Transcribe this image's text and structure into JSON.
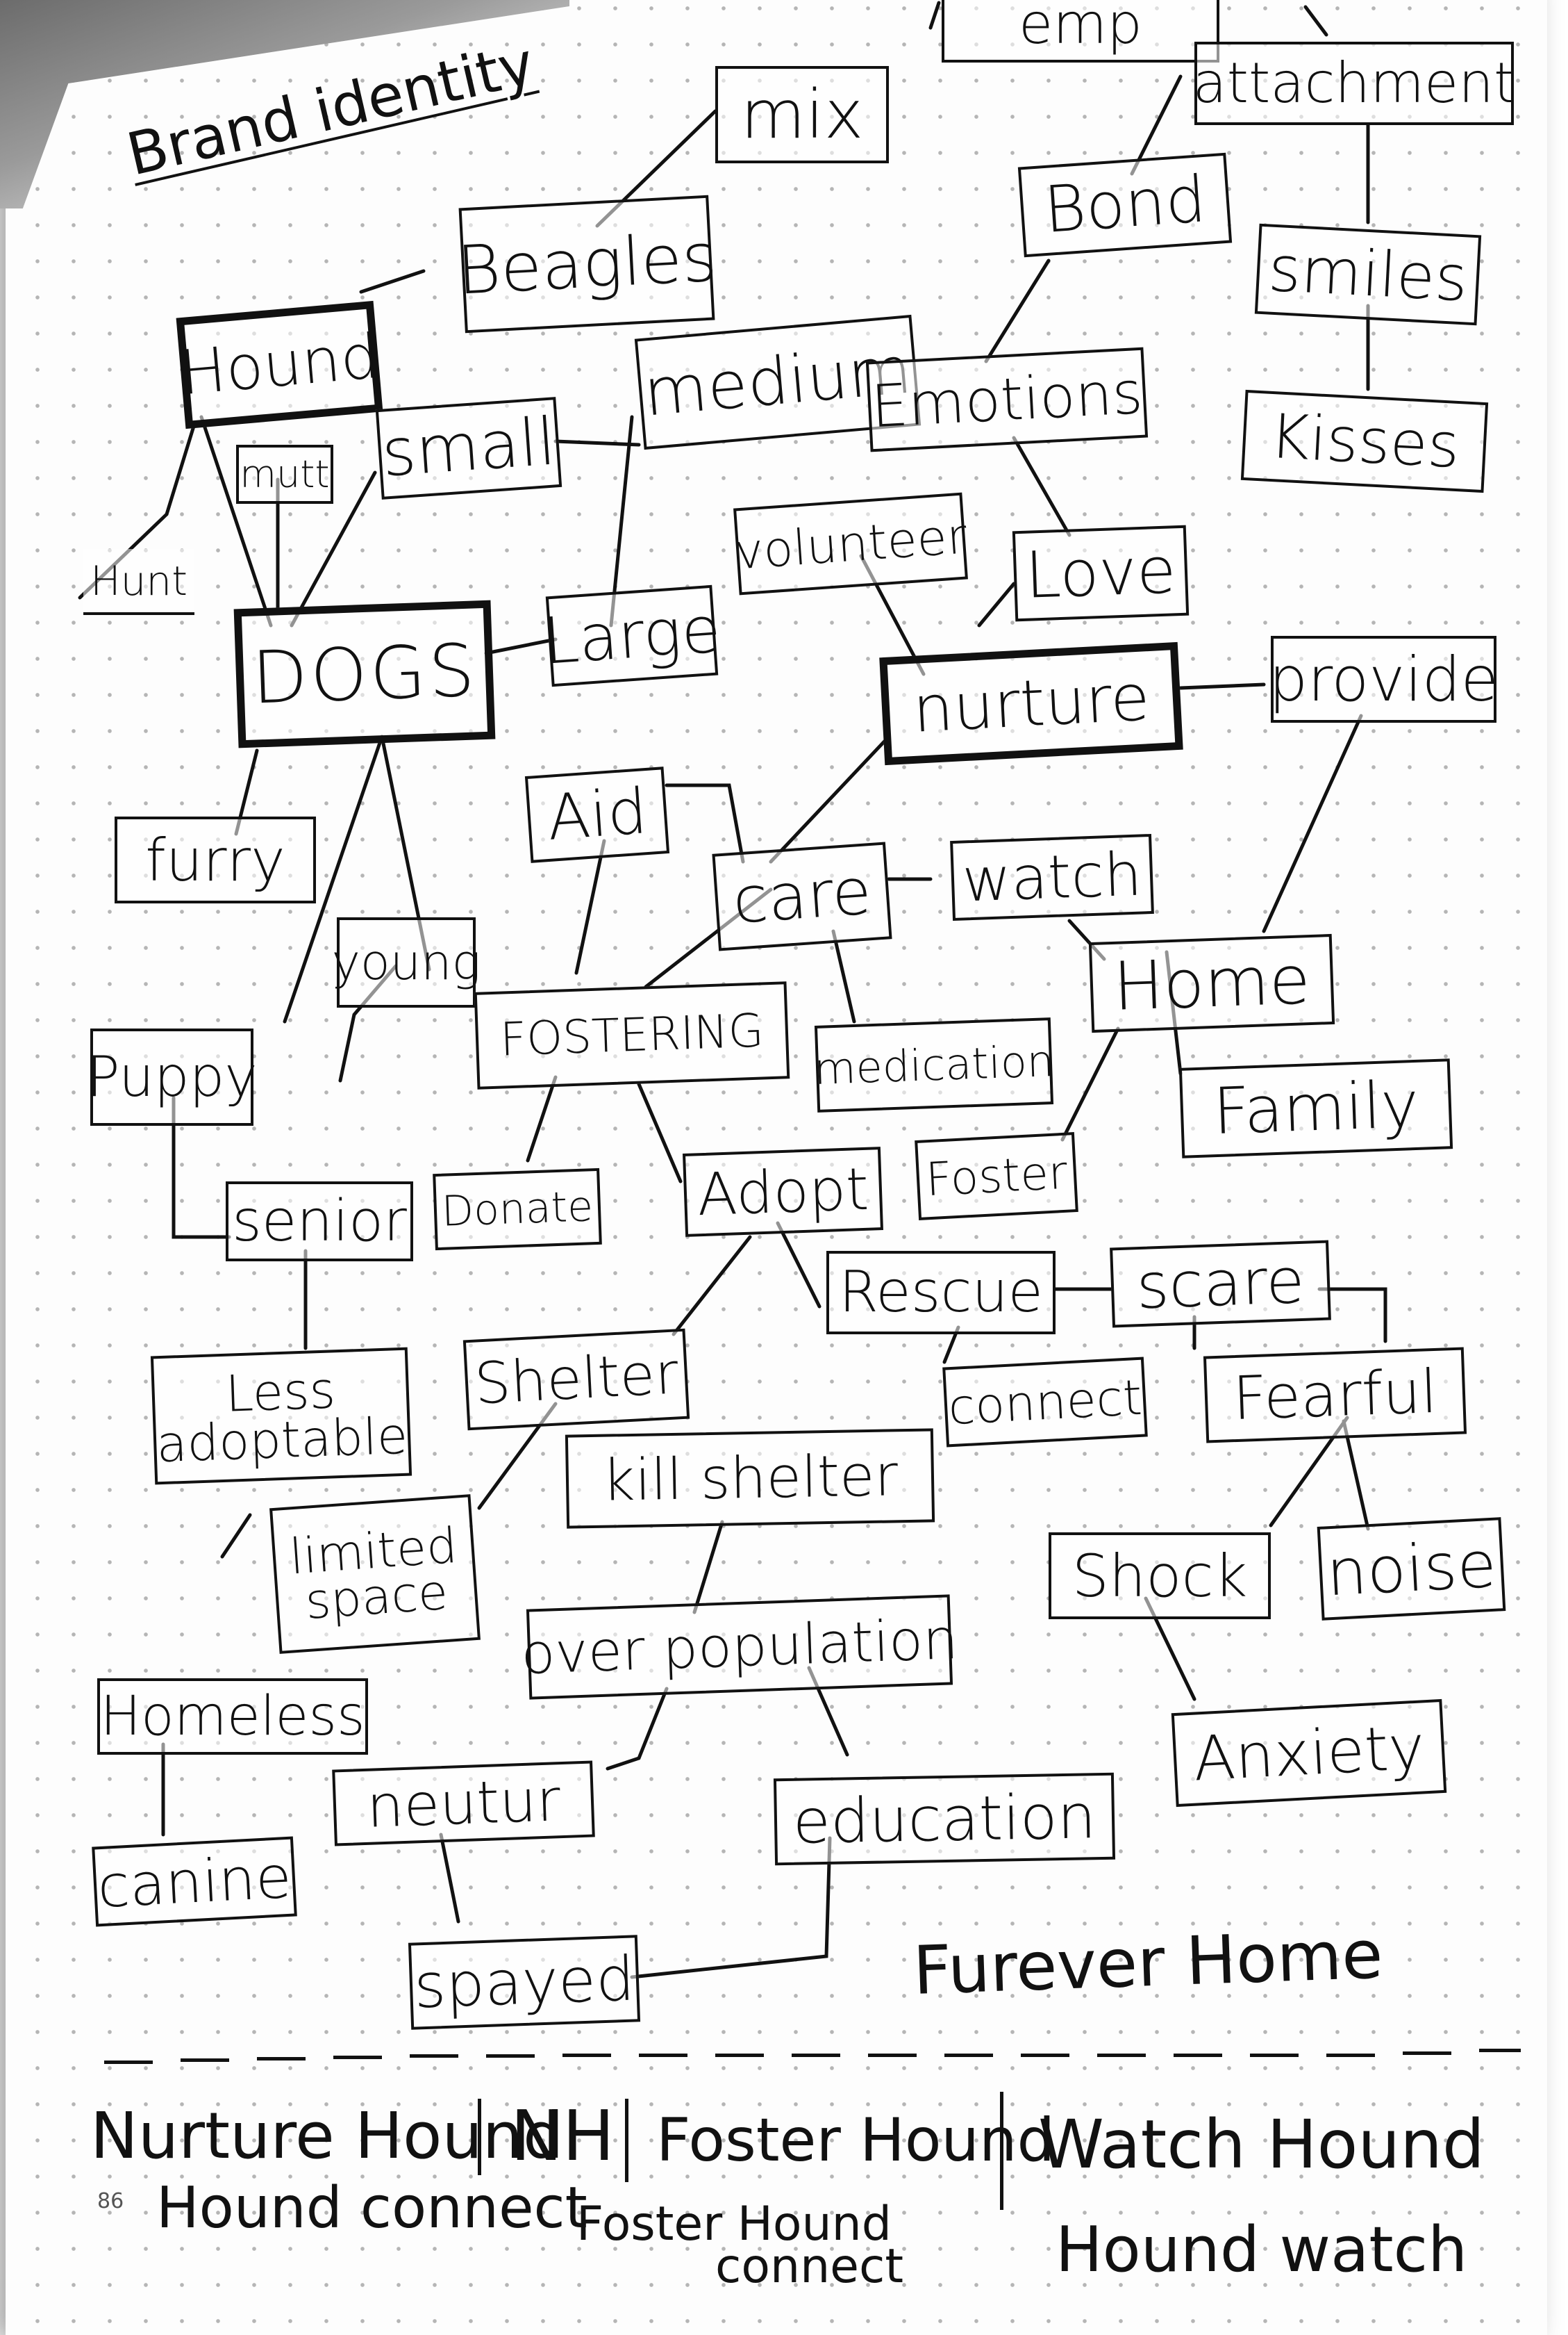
{
  "title": "Brand identity",
  "nodes": {
    "emp": "emp",
    "attachment": "attachment",
    "mix": "mix",
    "bond": "Bond",
    "smiles": "smiles",
    "beagles": "Beagles",
    "hound": "Hound",
    "medium": "medium",
    "emotions": "Emotions",
    "kisses": "Kisses",
    "mutt": "mutt",
    "small": "small",
    "hunt": "Hunt",
    "volunteer": "volunteer",
    "love": "Love",
    "dogs": "DOGS",
    "large": "Large",
    "nurture": "nurture",
    "provide": "provide",
    "aid": "Aid",
    "furry": "furry",
    "care": "care",
    "watch": "watch",
    "young": "young",
    "home": "Home",
    "fostering": "FOSTERING",
    "puppy": "Puppy",
    "medication": "medication",
    "family": "Family",
    "adopt": "Adopt",
    "foster": "Foster",
    "senior": "senior",
    "donate": "Donate",
    "rescue": "Rescue",
    "scare": "scare",
    "shelter": "Shelter",
    "connect": "connect",
    "fearful": "Fearful",
    "less_adoptable": "Less adoptable",
    "kill_shelter": "kill shelter",
    "limited_space": "limited space",
    "shock": "Shock",
    "noise": "noise",
    "overpopulation": "over population",
    "homeless": "Homeless",
    "anxiety": "Anxiety",
    "neutur": "neutur",
    "education": "education",
    "canine": "canine",
    "spayed": "spayed"
  },
  "free_text": {
    "furever_home": "Furever Home"
  },
  "name_options": {
    "nurture_hound": "Nurture Hound",
    "nh": "NH",
    "foster_hound": "Foster Hound",
    "watch_hound": "Watch Hound",
    "hound_connect": "Hound connect",
    "foster_hound_connect_line1": "Foster Hound",
    "foster_hound_connect_line2": "connect",
    "hound_watch": "Hound watch"
  },
  "page_number": "86"
}
